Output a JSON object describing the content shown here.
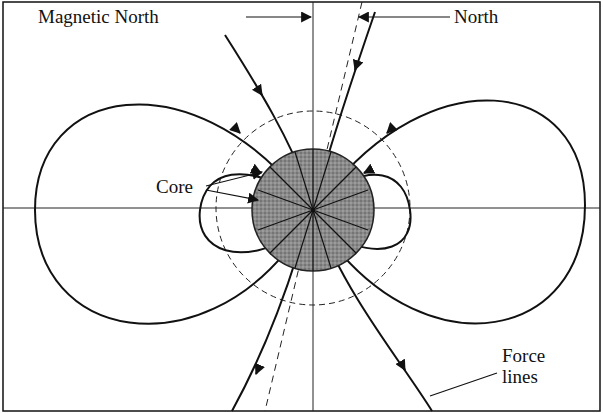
{
  "diagram": {
    "labels": [
      "Magnetic North",
      "North",
      "Core",
      "Force lines"
    ]
  }
}
